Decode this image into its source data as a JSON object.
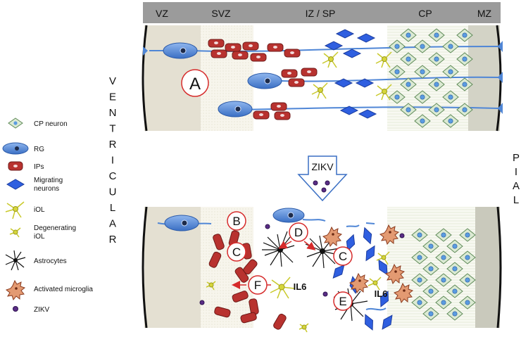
{
  "zones": [
    "VZ",
    "SVZ",
    "IZ / SP",
    "CP",
    "MZ"
  ],
  "side_left_word": "VENTRICULAR",
  "side_right_word": "PIAL",
  "arrow_label": "ZIKV",
  "panel_a_label": "A",
  "panel_b_labels": [
    "B",
    "C",
    "D",
    "C",
    "E",
    "F"
  ],
  "cytokine_labels": [
    "IL6",
    "IL6"
  ],
  "legend": [
    {
      "icon": "cp-neuron-icon",
      "label": "CP neuron"
    },
    {
      "icon": "radial-glia-icon",
      "label": "RG"
    },
    {
      "icon": "intermediate-progenitor-icon",
      "label": "IPs"
    },
    {
      "icon": "migrating-neuron-icon",
      "label": "Migrating neurons"
    },
    {
      "icon": "iol-icon",
      "label": "iOL"
    },
    {
      "icon": "degenerating-iol-icon",
      "label": "Degenerating iOL"
    },
    {
      "icon": "astrocyte-icon",
      "label": "Astrocytes"
    },
    {
      "icon": "activated-microglia-icon",
      "label": "Activated microglia"
    },
    {
      "icon": "zikv-icon",
      "label": "ZIKV"
    }
  ],
  "colors": {
    "header_bar": "#9b9b9b",
    "radial_glia": "#4f86d6",
    "ip_cell": "#b8322f",
    "migrating_neuron": "#2f5fe0",
    "cp_neuron": "#dbead3",
    "iol": "#d6d63a",
    "microglia": "#e39a72",
    "zikv": "#5a2d86",
    "circle_label": "#d62b2b",
    "vz_shade": "#e4e0d2",
    "mz_shade": "#d3d3c6"
  }
}
